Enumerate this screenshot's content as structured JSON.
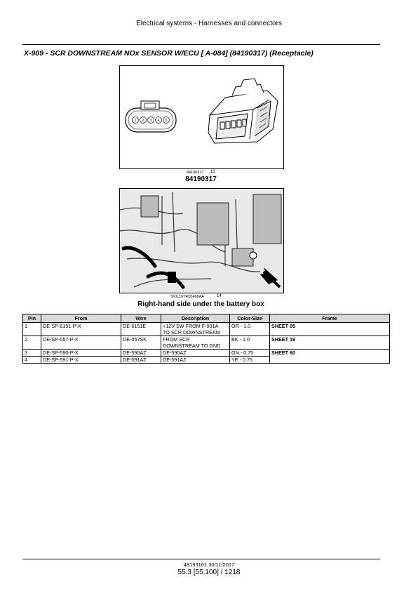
{
  "header": {
    "title": "Electrical systems - Harnesses and connectors"
  },
  "section": {
    "title": "X-909 - SCR DOWNSTREAM NOx SENSOR W/ECU [ A-084] (84190317) (Receptacle)"
  },
  "figure1": {
    "ref_code": "84190317",
    "ref_num": "13",
    "caption": "84190317",
    "pins": [
      "1",
      "2",
      "3",
      "4",
      "5"
    ]
  },
  "figure2": {
    "ref_code": "SVIL16TR02490AA",
    "ref_num": "14",
    "caption": "Right-hand side under the battery box"
  },
  "table": {
    "headers": [
      "Pin",
      "From",
      "Wire",
      "Description",
      "Color-Size",
      "Frame"
    ],
    "rows": [
      {
        "pin": "1",
        "from": "DE-SP-6151-P-X",
        "wire": "DE-6151E",
        "desc1": "+12V SW FROM F-001A",
        "desc2": "TO SCR DOWNSTREAM",
        "color": "OR - 1.0",
        "frame": "SHEET 05"
      },
      {
        "pin": "2",
        "from": "DE-SP-057-P-X",
        "wire": "DE-057SK",
        "desc1": "FROM  SCR",
        "desc2": "DOWNSTREAM TO GND",
        "color": "BK - 1.0",
        "frame": "SHEET 19"
      },
      {
        "pin": "3",
        "from": "DE-SP-590-P-X",
        "wire": "DE-590AZ",
        "desc1": "DE-590AZ",
        "color": "GN - 0.75",
        "frame": "SHEET 60"
      },
      {
        "pin": "4",
        "from": "DE-SP-591-P-X",
        "wire": "DE-591AZ",
        "desc1": "DE-591AZ",
        "color": "YE - 0.75"
      }
    ]
  },
  "footer": {
    "doc": "48193161 30/11/2017",
    "page": "55.3 [55.100] / 1218"
  }
}
